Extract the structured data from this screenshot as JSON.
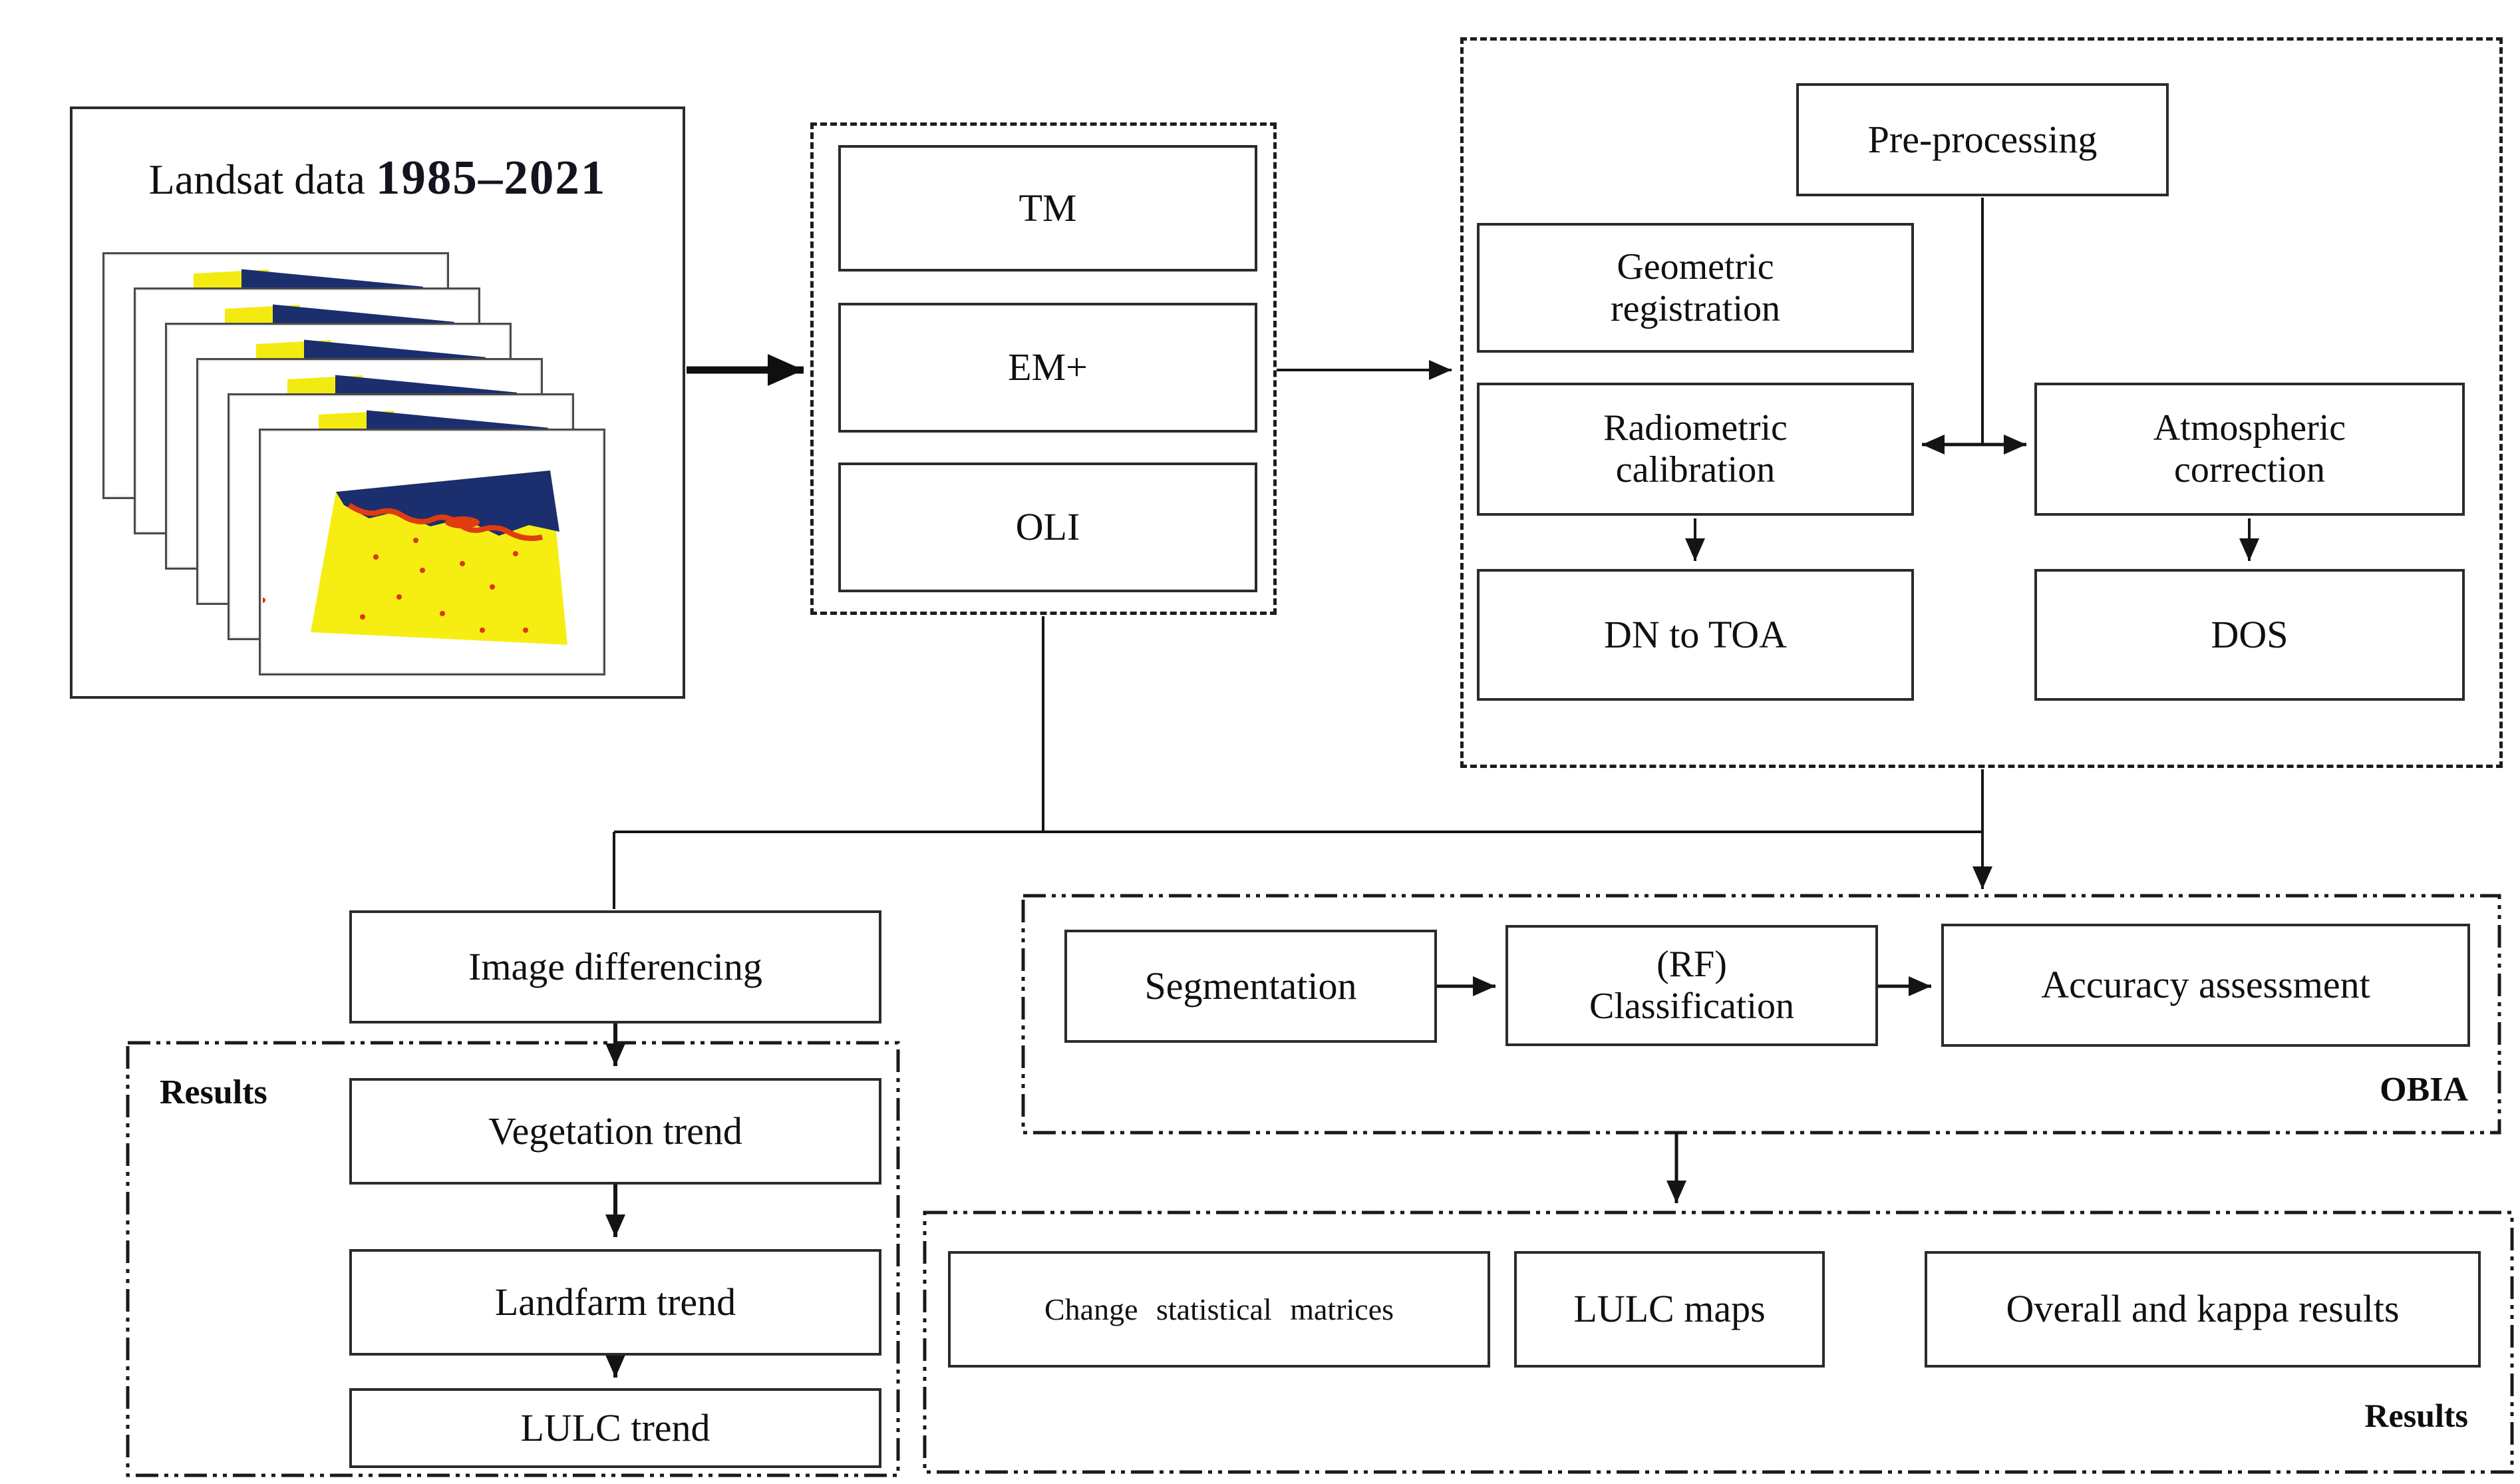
{
  "diagram": {
    "landsat": {
      "title_prefix": "Landsat data ",
      "title_years": "1985–2021"
    },
    "sensors": {
      "items": [
        {
          "label": "TM"
        },
        {
          "label": "EM+"
        },
        {
          "label": "OLI"
        }
      ]
    },
    "preprocessing": {
      "title": "Pre-processing",
      "geometric": {
        "line1": "Geometric",
        "line2": "registration"
      },
      "radiometric": {
        "line1": "Radiometric",
        "line2": "calibration"
      },
      "atmospheric": {
        "line1": "Atmospheric",
        "line2": "correction"
      },
      "dn_to_toa": "DN to TOA",
      "dos": "DOS"
    },
    "image_differencing": "Image differencing",
    "results_left": {
      "label": "Results",
      "items": [
        {
          "label": "Vegetation trend"
        },
        {
          "label": "Landfarm trend"
        },
        {
          "label": "LULC trend"
        }
      ]
    },
    "obia": {
      "label": "OBIA",
      "segmentation": "Segmentation",
      "classification": {
        "line1": "(RF)",
        "line2": "Classification"
      },
      "accuracy": "Accuracy assessment"
    },
    "results_bottom": {
      "label": "Results",
      "items": [
        {
          "label": "Change  statistical  matrices"
        },
        {
          "label": "LULC maps"
        },
        {
          "label": "Overall and kappa results"
        }
      ]
    },
    "colors": {
      "box_border": "#2b2b2b",
      "map_yellow": "#f6ee13",
      "map_navy": "#1b2e6e",
      "map_coast": "#e03c12"
    }
  }
}
